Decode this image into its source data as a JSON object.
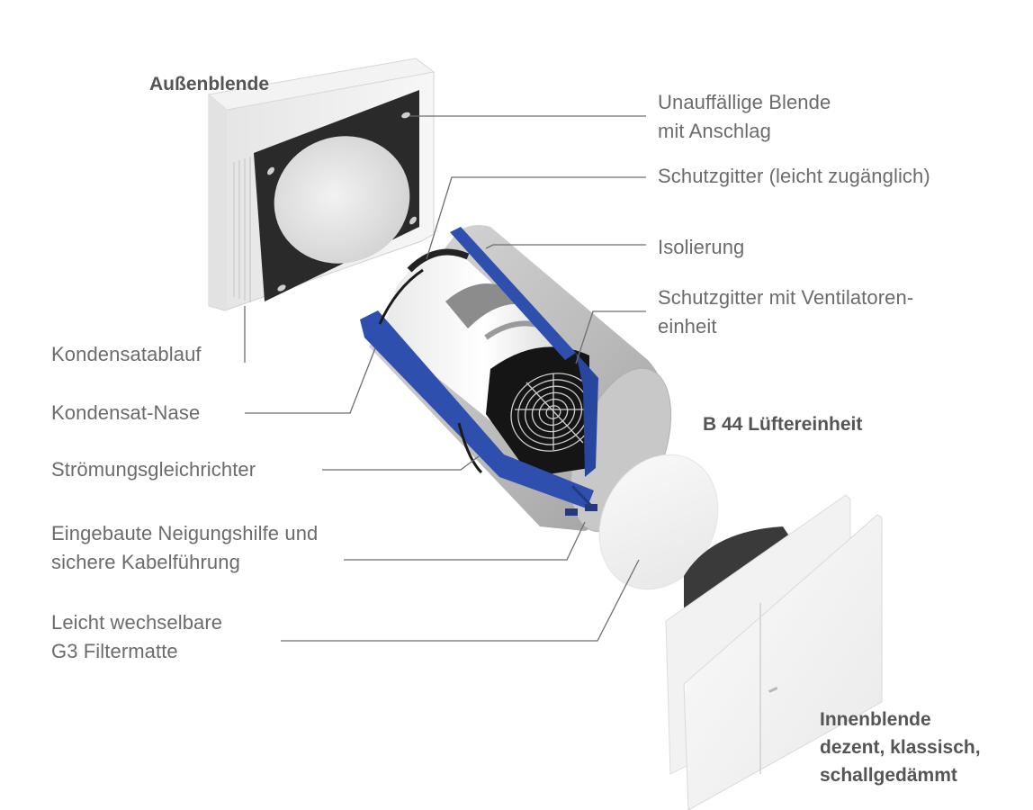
{
  "diagram": {
    "type": "exploded-view",
    "subject": "B 44 Lüftereinheit",
    "colors": {
      "text": "#6b6b6b",
      "title_text": "#555555",
      "leader_line": "#6e6e6e",
      "accent_blue": "#2f4fae",
      "tube_grey": "#bdbdbd",
      "panel_black": "#2a2a2a"
    }
  },
  "titles": {
    "outer_cover": "Außenblende",
    "fan_unit": "B 44 Lüftereinheit",
    "inner_cover": {
      "line1": "Innenblende",
      "line2": "dezent, klassisch,",
      "line3": "schallgedämmt"
    }
  },
  "labels": {
    "unobtrusive_cover": {
      "line1": "Unauffällige Blende",
      "line2": "mit Anschlag"
    },
    "protective_grille_access": "Schutzgitter (leicht zugänglich)",
    "insulation": "Isolierung",
    "grille_with_fan": {
      "line1": "Schutzgitter mit Ventilatoren-",
      "line2": "einheit"
    },
    "condensate_drain": "Kondensatablauf",
    "condensate_nose": "Kondensat-Nase",
    "flow_straightener": "Strömungsgleichrichter",
    "tilt_aid": {
      "line1": "Eingebaute Neigungshilfe und",
      "line2": "sichere Kabelführung"
    },
    "filter_mat": {
      "line1": "Leicht wechselbare",
      "line2": "G3 Filtermatte"
    }
  }
}
